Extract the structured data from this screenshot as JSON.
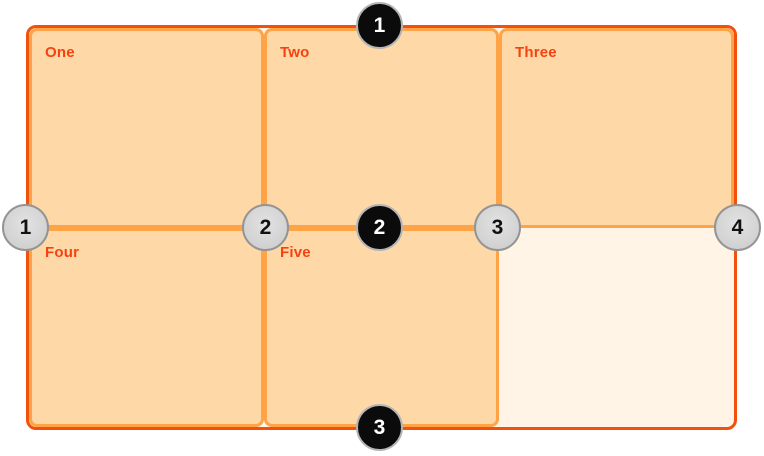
{
  "diagram": {
    "cells": [
      {
        "label": "One"
      },
      {
        "label": "Two"
      },
      {
        "label": "Three"
      },
      {
        "label": "Four"
      },
      {
        "label": "Five"
      }
    ],
    "row_line_markers": [
      {
        "number": "1"
      },
      {
        "number": "2"
      },
      {
        "number": "3"
      }
    ],
    "column_line_markers": [
      {
        "number": "1"
      },
      {
        "number": "2"
      },
      {
        "number": "3"
      },
      {
        "number": "4"
      }
    ],
    "colors": {
      "container_border": "#f2500d",
      "container_background": "#fff4e6",
      "cell_border": "#ffa347",
      "cell_background": "#ffd8a8",
      "cell_label": "#f5420f",
      "row_marker_background": "#0b0b0b",
      "row_marker_text": "#ffffff",
      "column_marker_background": "#d2d2d2",
      "column_marker_text": "#111111",
      "marker_ring": "#949494"
    }
  }
}
